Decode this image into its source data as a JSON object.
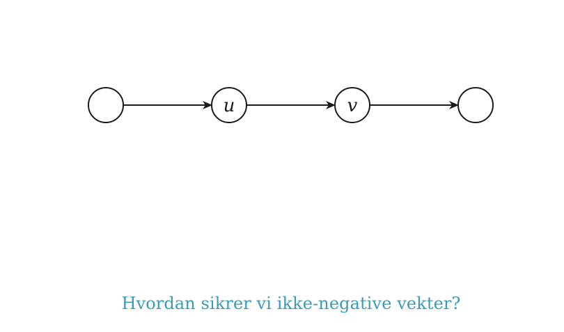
{
  "diagram": {
    "nodes": [
      {
        "id": "n1",
        "label": ""
      },
      {
        "id": "n2",
        "label": "u"
      },
      {
        "id": "n3",
        "label": "v"
      },
      {
        "id": "n4",
        "label": ""
      }
    ],
    "edges": [
      {
        "from": "n1",
        "to": "n2"
      },
      {
        "from": "n2",
        "to": "n3"
      },
      {
        "from": "n3",
        "to": "n4"
      }
    ]
  },
  "caption": "Hvordan sikrer vi ikke-negative vekter?",
  "colors": {
    "stroke": "#1a1a1a",
    "caption": "#3a9bb5"
  }
}
